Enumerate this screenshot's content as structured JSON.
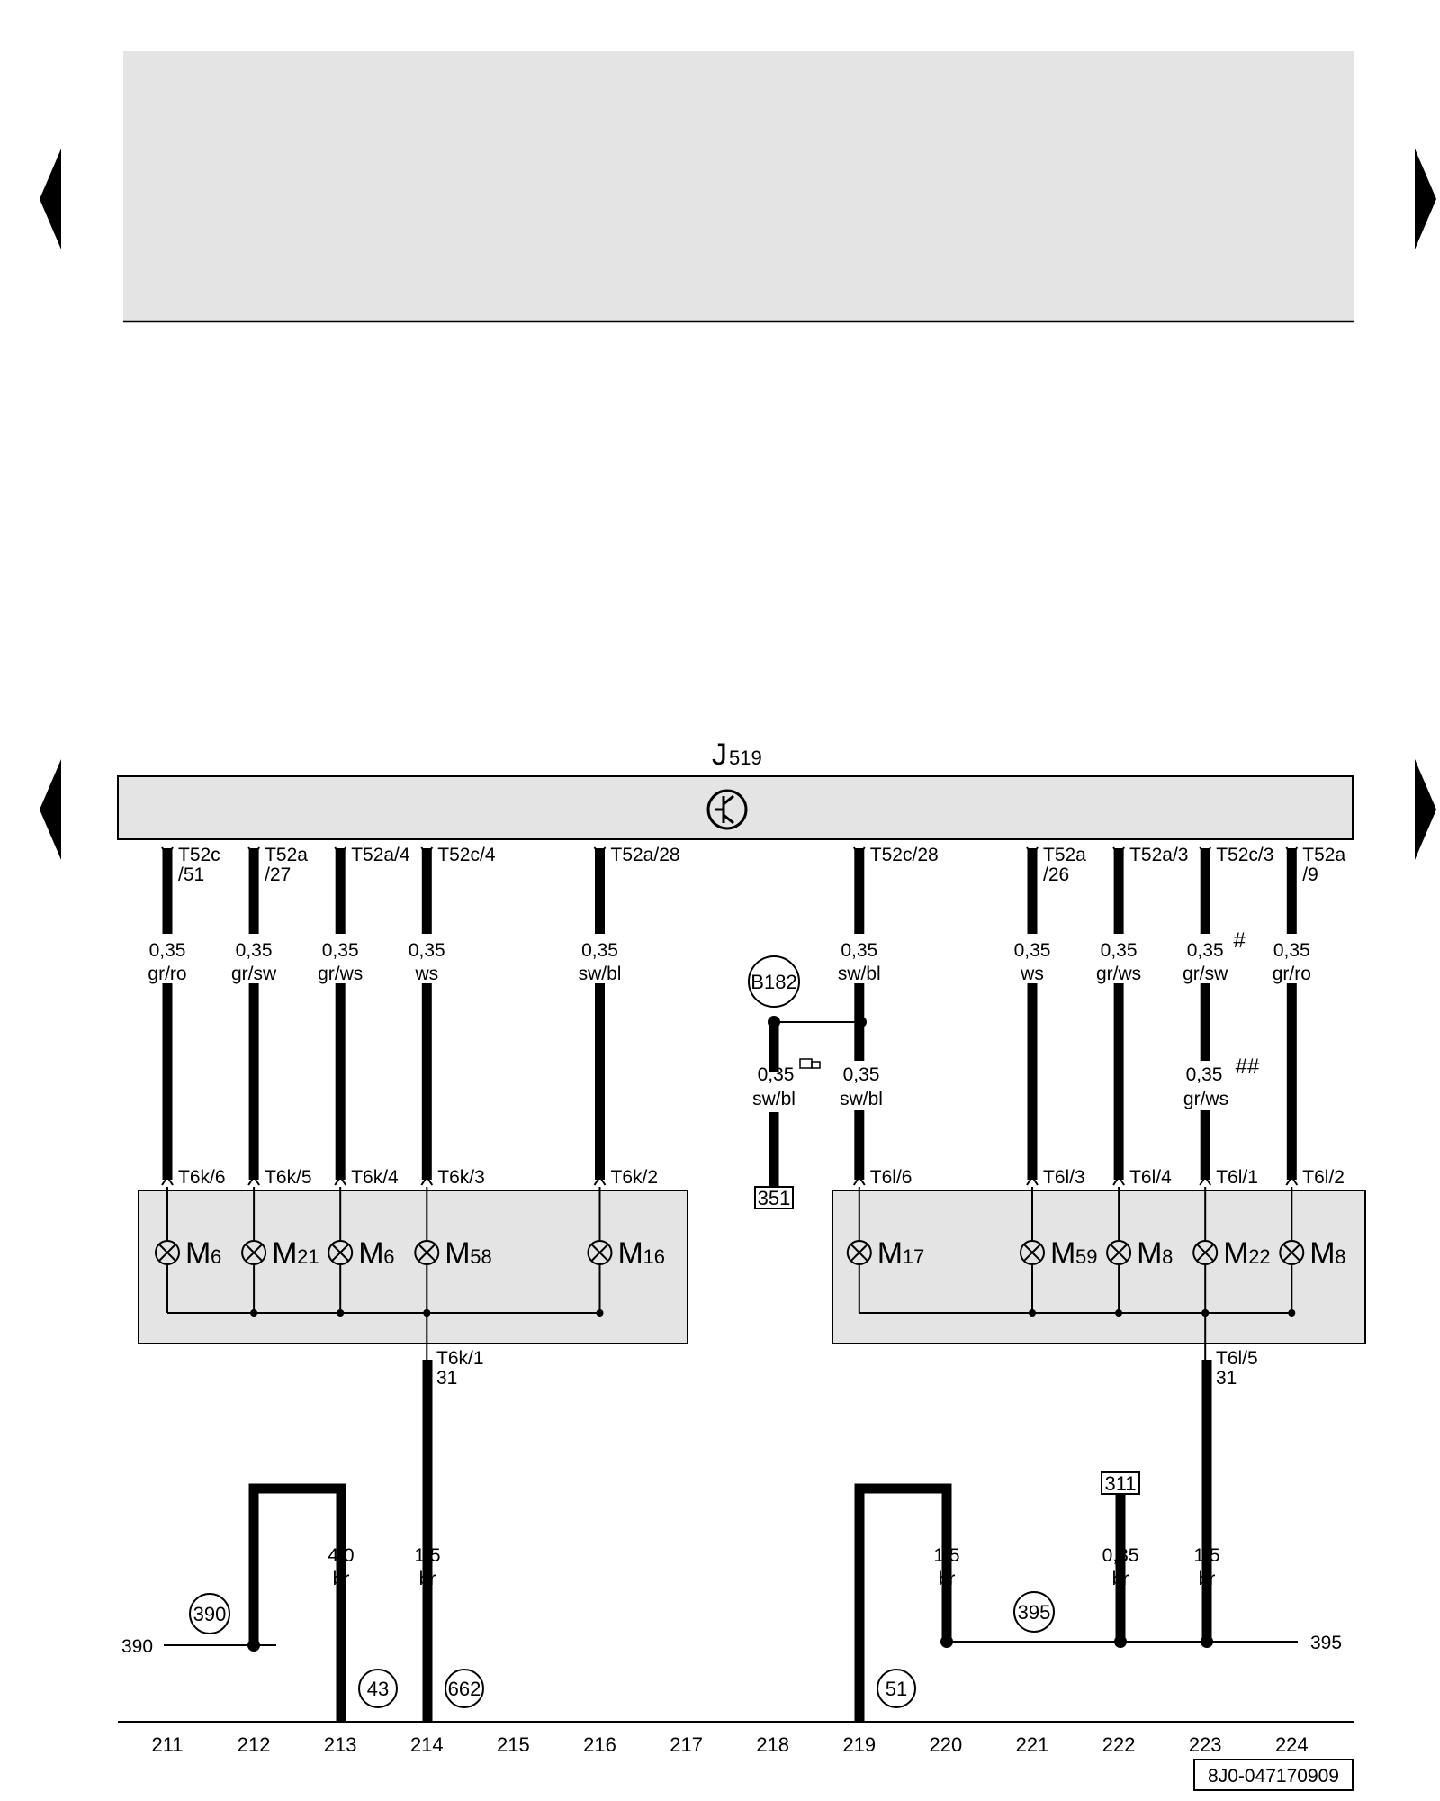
{
  "control_unit": {
    "name": "J",
    "subscript": "519"
  },
  "top_wires": [
    {
      "col": 211,
      "pin": "T52c",
      "pin2": "/51",
      "size": "0,35",
      "color": "gr/ro",
      "bottom_pin": "T6k/6"
    },
    {
      "col": 212,
      "pin": "T52a",
      "pin2": "/27",
      "size": "0,35",
      "color": "gr/sw",
      "bottom_pin": "T6k/5"
    },
    {
      "col": 213,
      "pin": "T52a/4",
      "pin2": "",
      "size": "0,35",
      "color": "gr/ws",
      "bottom_pin": "T6k/4"
    },
    {
      "col": 214,
      "pin": "T52c/4",
      "pin2": "",
      "size": "0,35",
      "color": "ws",
      "bottom_pin": "T6k/3"
    },
    {
      "col": 216,
      "pin": "T52a/28",
      "pin2": "",
      "size": "0,35",
      "color": "sw/bl",
      "bottom_pin": "T6k/2"
    },
    {
      "col": 219,
      "pin": "T52c/28",
      "pin2": "",
      "size": "0,35",
      "color": "sw/bl",
      "bottom_pin": "T6l/6"
    },
    {
      "col": 221,
      "pin": "T52a",
      "pin2": "/26",
      "size": "0,35",
      "color": "ws",
      "bottom_pin": "T6l/3"
    },
    {
      "col": 222,
      "pin": "T52a/3",
      "pin2": "",
      "size": "0,35",
      "color": "gr/ws",
      "bottom_pin": "T6l/4"
    },
    {
      "col": 223,
      "pin": "T52c/3",
      "pin2": "",
      "size": "0,35",
      "color": "gr/sw",
      "bottom_pin": "T6l/1",
      "mark": "#"
    },
    {
      "col": 224,
      "pin": "T52a",
      "pin2": "/9",
      "size": "0,35",
      "color": "gr/ro",
      "bottom_pin": "T6l/2"
    }
  ],
  "wire_223_lower": {
    "size": "0,35",
    "color": "gr/ws",
    "mark": "##"
  },
  "splice": {
    "label": "B182",
    "left_size": "0,35",
    "left_color": "sw/bl",
    "ref": "351",
    "right_size": "0,35",
    "right_color": "sw/bl"
  },
  "bulbs_left": [
    {
      "col": 211,
      "name": "M",
      "sub": "6"
    },
    {
      "col": 212,
      "name": "M",
      "sub": "21"
    },
    {
      "col": 213,
      "name": "M",
      "sub": "6"
    },
    {
      "col": 214,
      "name": "M",
      "sub": "58"
    },
    {
      "col": 216,
      "name": "M",
      "sub": "16"
    }
  ],
  "bulbs_right": [
    {
      "col": 219,
      "name": "M",
      "sub": "17"
    },
    {
      "col": 221,
      "name": "M",
      "sub": "59"
    },
    {
      "col": 222,
      "name": "M",
      "sub": "8"
    },
    {
      "col": 223,
      "name": "M",
      "sub": "22"
    },
    {
      "col": 224,
      "name": "M",
      "sub": "8"
    }
  ],
  "left_ground": {
    "pin": "T6k/1",
    "term": "31",
    "size": "1,5",
    "color": "br",
    "ground": "662"
  },
  "right_ground": {
    "pin": "T6l/5",
    "term": "31",
    "size": "1,5",
    "color": "br"
  },
  "wire_213_ground": {
    "size": "4,0",
    "color": "br",
    "ground": "43"
  },
  "wire_220": {
    "size": "1,5",
    "color": "br"
  },
  "wire_222_ground": {
    "size": "0,35",
    "color": "br",
    "ref": "311"
  },
  "ground_219": {
    "label": "51"
  },
  "bus_390": {
    "label": "390",
    "badge": "390"
  },
  "bus_395": {
    "label": "395",
    "badge": "395"
  },
  "columns": [
    "211",
    "212",
    "213",
    "214",
    "215",
    "216",
    "217",
    "218",
    "219",
    "220",
    "221",
    "222",
    "223",
    "224"
  ],
  "doc_number": "8J0-047170909"
}
